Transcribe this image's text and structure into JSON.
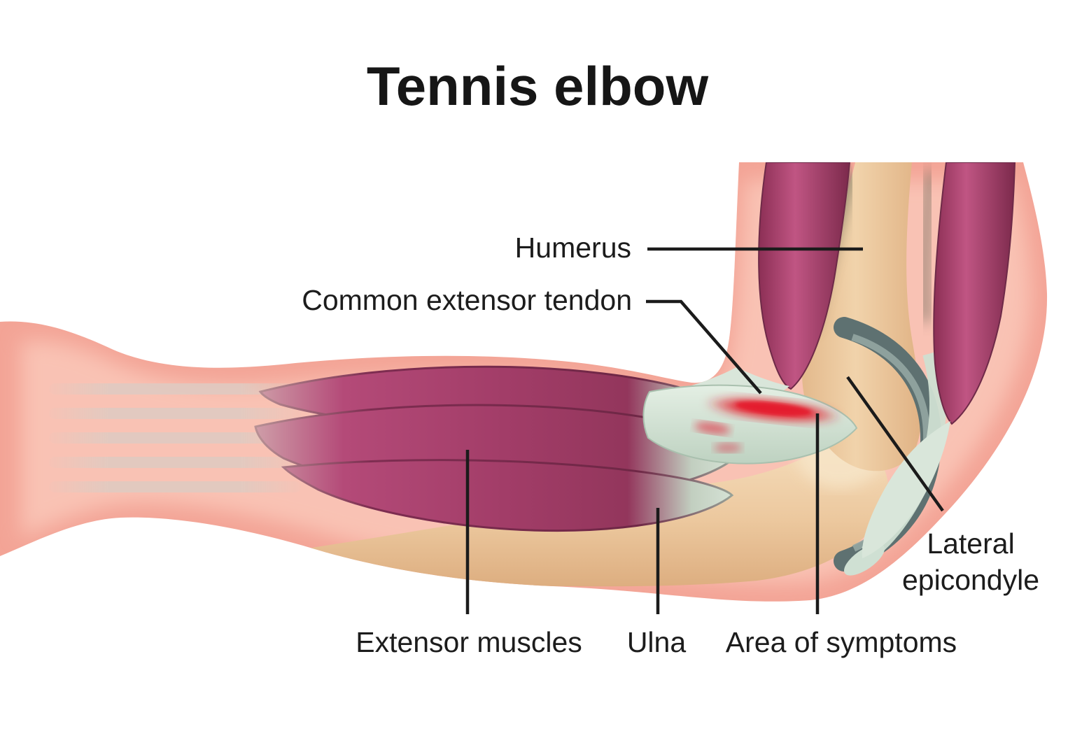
{
  "title": "Tennis elbow",
  "labels": {
    "humerus": "Humerus",
    "common_extensor_tendon": "Common extensor tendon",
    "extensor_muscles": "Extensor muscles",
    "ulna": "Ulna",
    "area_of_symptoms": "Area of symptoms",
    "lateral_epicondyle_line1": "Lateral",
    "lateral_epicondyle_line2": "epicondyle"
  },
  "palette": {
    "background": "#ffffff",
    "skin": "#f3a496",
    "skin_light": "#f9c2b4",
    "muscle": "#a53e68",
    "muscle_dark": "#762b4e",
    "bone": "#edc89e",
    "tendon": "#d9e6da",
    "capsule": "#5e7171",
    "symptom_red": "#e41f2d",
    "leader_line": "#1b1b1b",
    "text": "#1c1c1c"
  }
}
